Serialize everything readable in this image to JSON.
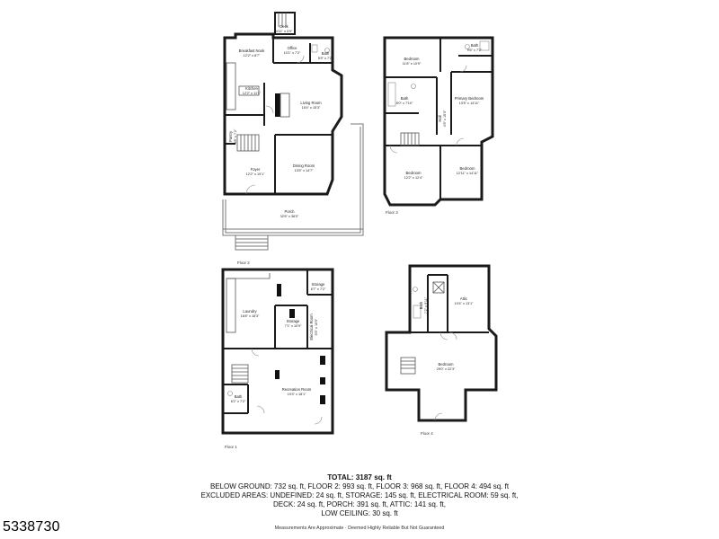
{
  "floors": {
    "floor2": {
      "label": "Floor 2",
      "rooms": [
        {
          "name": "Deck",
          "dims": "4'11\" x 3'9\""
        },
        {
          "name": "Breakfast Nook",
          "dims": "12'2\" x 8'7\""
        },
        {
          "name": "Office",
          "dims": "10'1\" x 7'2\""
        },
        {
          "name": "Bath",
          "dims": "5'9\" x 7'2\""
        },
        {
          "name": "Kitchen",
          "dims": "12'2\" x 11'1\""
        },
        {
          "name": "Living Room",
          "dims": "15'4\" x 15'3\""
        },
        {
          "name": "Pantry",
          "dims": "3'8\" x 7'2\""
        },
        {
          "name": "Foyer",
          "dims": "12'2\" x 19'1\""
        },
        {
          "name": "Dining Room",
          "dims": "13'5\" x 14'7\""
        },
        {
          "name": "Porch",
          "dims": "32'6\" x 36'0\""
        }
      ]
    },
    "floor3": {
      "label": "Floor 3",
      "rooms": [
        {
          "name": "Bedroom",
          "dims": "11'8\" x 10'9\""
        },
        {
          "name": "Bath",
          "dims": "9'6\" x 7'2\""
        },
        {
          "name": "Bath",
          "dims": "8'0\" x 7'10\""
        },
        {
          "name": "Primary Bedroom",
          "dims": "13'5\" x 14'11\""
        },
        {
          "name": "Hall",
          "dims": "4'5\" x 15'3\""
        },
        {
          "name": "Bedroom",
          "dims": "12'2\" x 12'4\""
        },
        {
          "name": "Bedroom",
          "dims": "12'11\" x 14'11\""
        }
      ]
    },
    "floor1": {
      "label": "Floor 1",
      "rooms": [
        {
          "name": "Storage",
          "dims": "6'7\" x 7'2\""
        },
        {
          "name": "Laundry",
          "dims": "16'8\" x 18'3\""
        },
        {
          "name": "Storage",
          "dims": "7'1\" x 10'9\""
        },
        {
          "name": "Electrical Room",
          "dims": "5'5\" x 10'9\""
        },
        {
          "name": "Bath",
          "dims": "6'2\" x 7'2\""
        },
        {
          "name": "Recreation Room",
          "dims": "19'3\" x 18'1\""
        }
      ]
    },
    "floor4": {
      "label": "Floor 4",
      "rooms": [
        {
          "name": "Bath",
          "dims": "7'2\" x 9'11\""
        },
        {
          "name": "Attic",
          "dims": "10'4\" x 13'1\""
        },
        {
          "name": "Bedroom",
          "dims": "29'0\" x 22'3\""
        }
      ]
    }
  },
  "summary": {
    "total": "TOTAL: 3187 sq. ft",
    "line1": "BELOW GROUND: 732 sq. ft, FLOOR 2: 993 sq. ft, FLOOR 3: 968 sq. ft, FLOOR 4: 494 sq. ft",
    "line2": "EXCLUDED AREAS: UNDEFINED: 24 sq. ft, STORAGE: 145 sq. ft, ELECTRICAL ROOM: 59 sq. ft,",
    "line3": "DECK: 24 sq. ft, PORCH: 391 sq. ft, ATTIC: 141 sq. ft,",
    "line4": "LOW CEILING: 30 sq. ft",
    "disclaimer": "Measurements Are Approximate · Deemed Highly Reliable But Not Guaranteed"
  },
  "listing_id": "5338730"
}
